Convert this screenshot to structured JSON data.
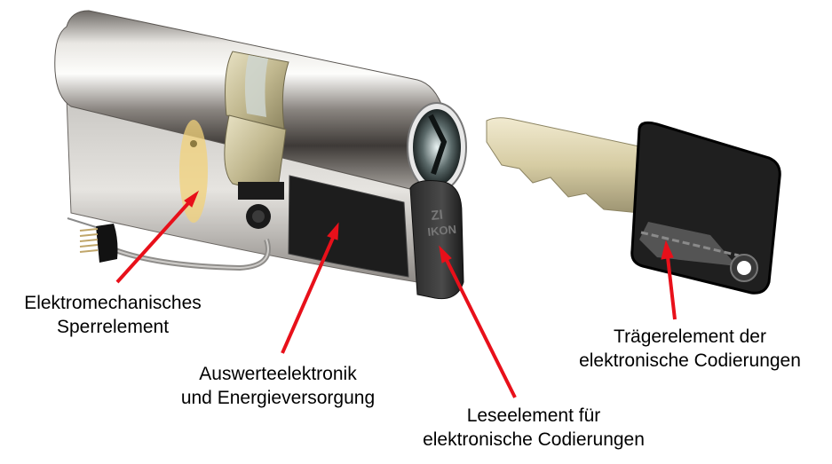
{
  "diagram": {
    "subject": "Elektronischer Schliesszylinder mit Schlüssel",
    "brand_mark": {
      "logo": "ZI",
      "text": "IKON"
    },
    "colors": {
      "arrow": "#e8101a",
      "highlight": "#f2d27a",
      "cylinder_metal": "#b8b5b0",
      "cam_brass": "#cfc7a3",
      "key_blade": "#d8cfa8",
      "key_head": "#1e1e1e",
      "text": "#000000",
      "background": "#ffffff"
    },
    "labels": [
      {
        "id": "sperrelement",
        "lines": [
          "Elektromechanisches",
          "Sperrelement"
        ]
      },
      {
        "id": "auswerteelektronik",
        "lines": [
          "Auswerteelektronik",
          "und Energieversorgung"
        ]
      },
      {
        "id": "leseelement",
        "lines": [
          "Leseelement für",
          "elektronische Codierungen"
        ]
      },
      {
        "id": "traegerelement",
        "lines": [
          "Trägerelement der",
          "elektronische Codierungen"
        ]
      }
    ]
  }
}
